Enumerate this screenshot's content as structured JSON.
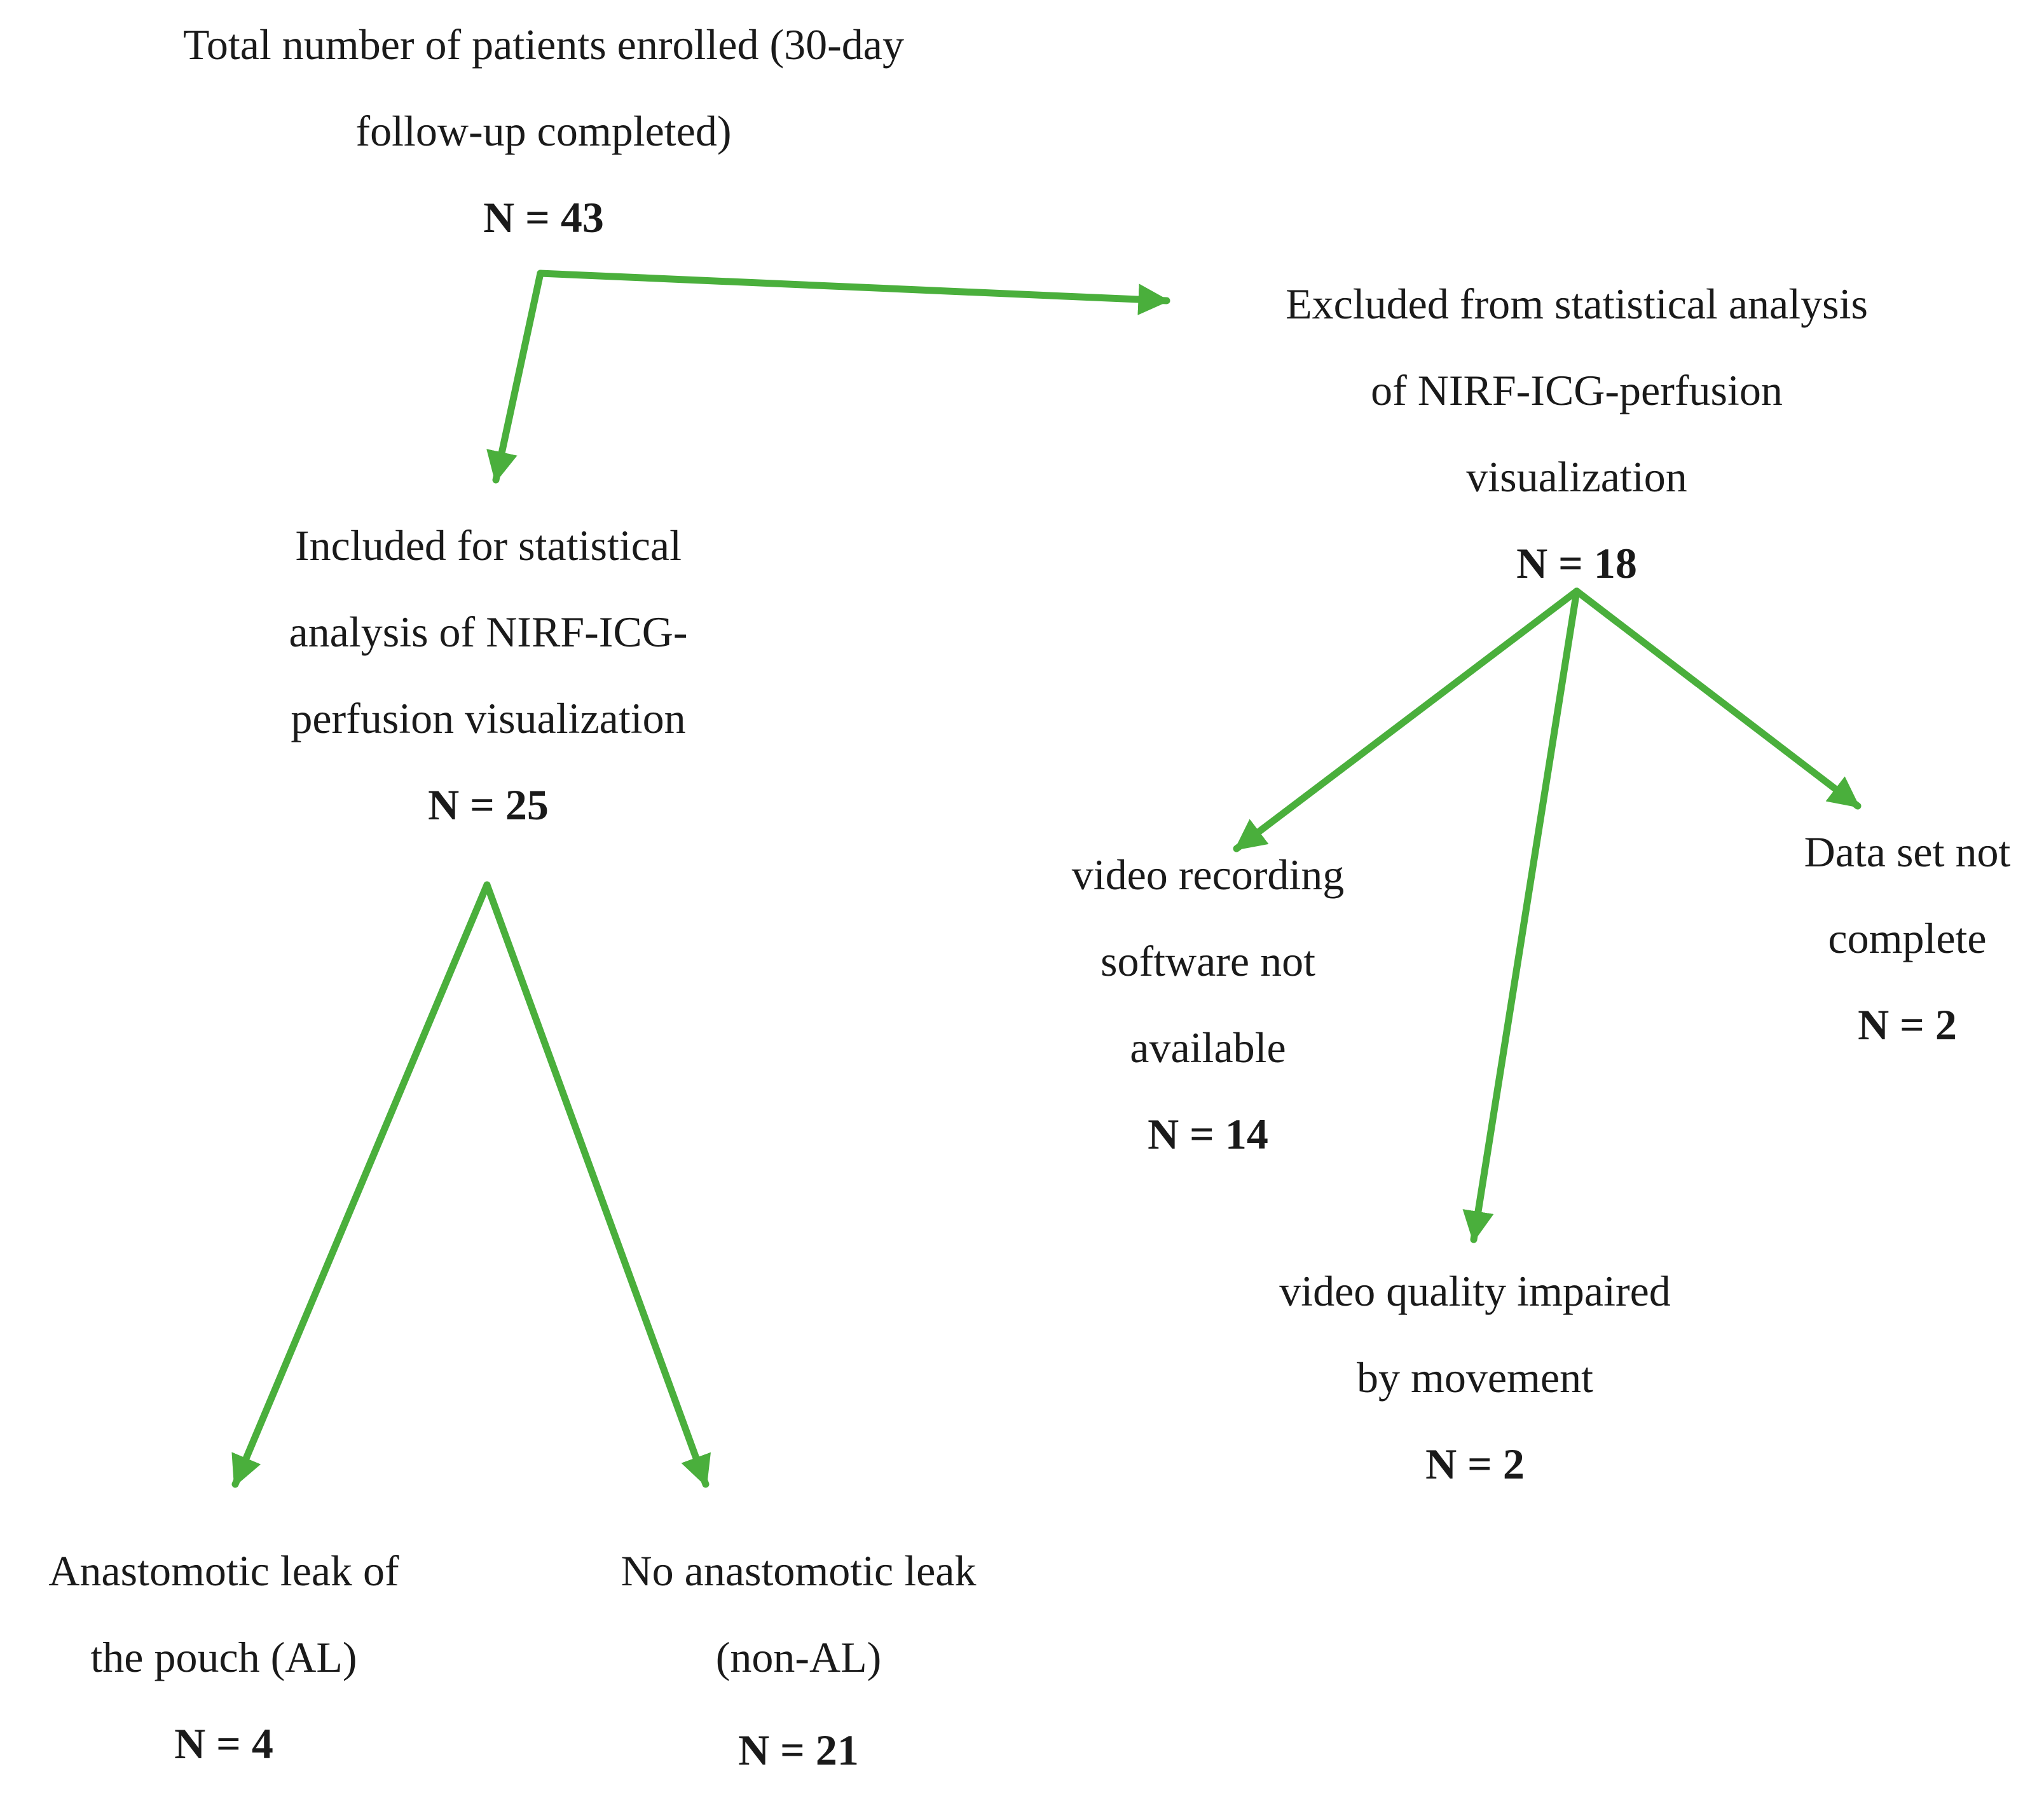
{
  "nodes": {
    "enrolled": {
      "lines": [
        "Total number of patients enrolled (30-day",
        "follow-up completed)"
      ],
      "count": "N = 43"
    },
    "excluded": {
      "lines": [
        "Excluded from statistical analysis",
        "of NIRF-ICG-perfusion",
        "visualization"
      ],
      "count": "N = 18"
    },
    "included": {
      "lines": [
        "Included for statistical",
        "analysis of NIRF-ICG-",
        "perfusion visualization"
      ],
      "count": "N = 25"
    },
    "no_software": {
      "lines": [
        "video recording",
        "software not",
        "available"
      ],
      "count": "N = 14"
    },
    "incomplete": {
      "lines": [
        "Data set not",
        "complete"
      ],
      "count": "N = 2"
    },
    "movement": {
      "lines": [
        "video quality impaired",
        "by movement"
      ],
      "count": "N = 2"
    },
    "al": {
      "lines": [
        "Anastomotic leak of",
        "the pouch (AL)"
      ],
      "count": "N = 4"
    },
    "non_al": {
      "lines": [
        "No anastomotic leak",
        "(non-AL)"
      ],
      "count": "N = 21"
    }
  },
  "colors": {
    "arrow": "#4aaf3c",
    "text": "#1a1a1a"
  }
}
